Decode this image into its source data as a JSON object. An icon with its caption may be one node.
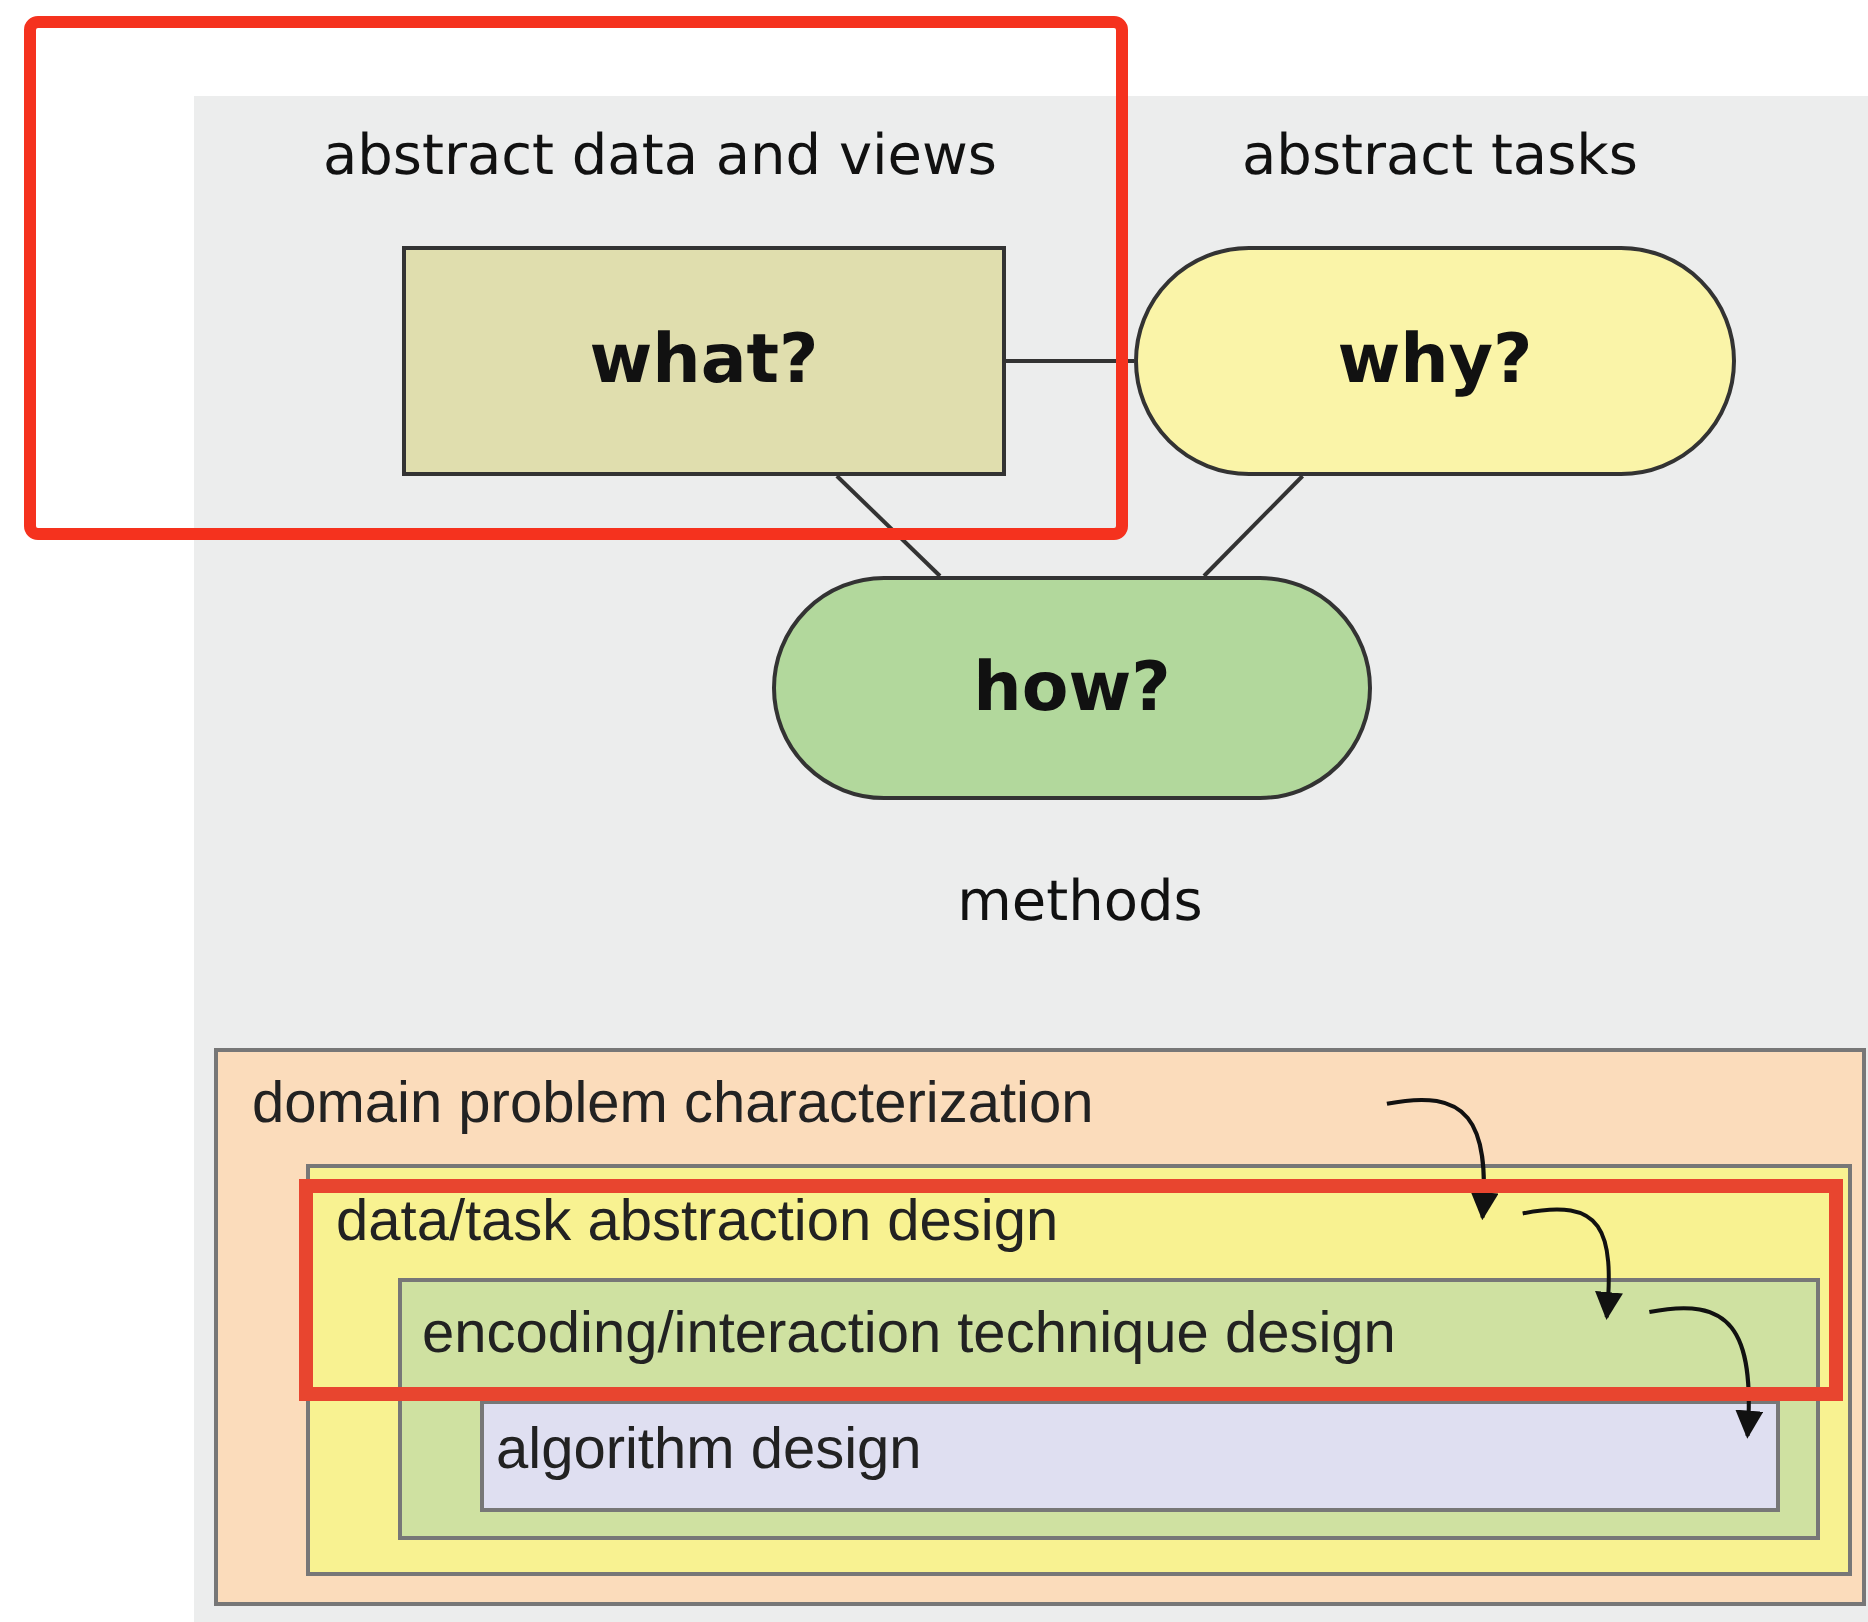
{
  "diagram": {
    "nodes": [
      {
        "text": [
          "what?"
        ],
        "beside": [
          "abstract data and views"
        ]
      },
      {
        "text": [
          "why?"
        ],
        "beside": [
          "abstract tasks"
        ]
      },
      {
        "text": [
          "how?"
        ],
        "beside": [
          "methods"
        ]
      },
      {
        "text": [
          "domain problem characterization"
        ]
      },
      {
        "text": [
          "data/task abstraction design"
        ],
        "in": 3
      },
      {
        "text": [
          "encoding/interaction technique design"
        ],
        "in": 4
      },
      {
        "text": [
          "algorithm design"
        ],
        "in": 5
      }
    ],
    "edges": [
      {
        "from": 0,
        "to": 1,
        "arrow": "none"
      },
      {
        "from": 0,
        "to": 2,
        "arrow": "none"
      },
      {
        "from": 1,
        "to": 2,
        "arrow": "none"
      },
      {
        "from": 3,
        "to": 4,
        "arrow": "to"
      },
      {
        "from": 4,
        "to": 5,
        "arrow": "to"
      },
      {
        "from": 5,
        "to": 6,
        "arrow": "to"
      }
    ]
  }
}
